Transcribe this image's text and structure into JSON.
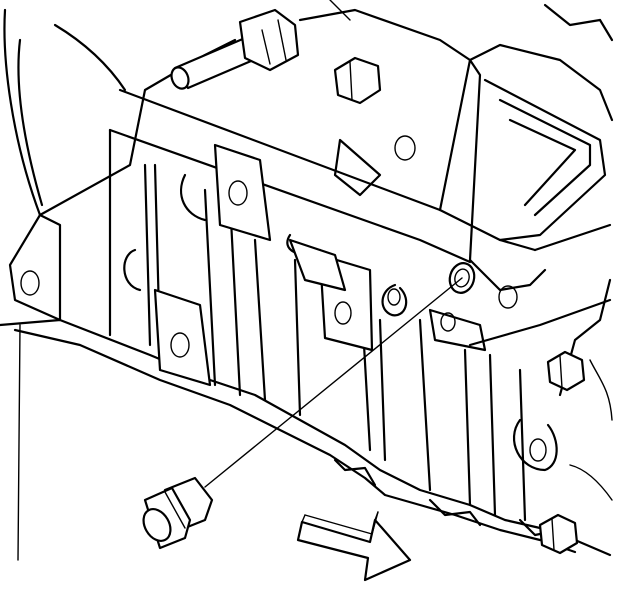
{
  "diagram": {
    "parts": [
      {
        "id": "engine-block",
        "icon": "engine-block-icon"
      },
      {
        "id": "oil-gallery-plug",
        "icon": "plug-icon"
      },
      {
        "id": "leader-line",
        "icon": "leader-line-icon"
      },
      {
        "id": "direction-arrow",
        "icon": "arrow-right-icon"
      },
      {
        "id": "stud-bolt",
        "icon": "stud-icon"
      },
      {
        "id": "hex-bolts",
        "icon": "hex-bolt-icon"
      }
    ],
    "colors": {
      "line": "#000000",
      "background": "#ffffff"
    }
  }
}
